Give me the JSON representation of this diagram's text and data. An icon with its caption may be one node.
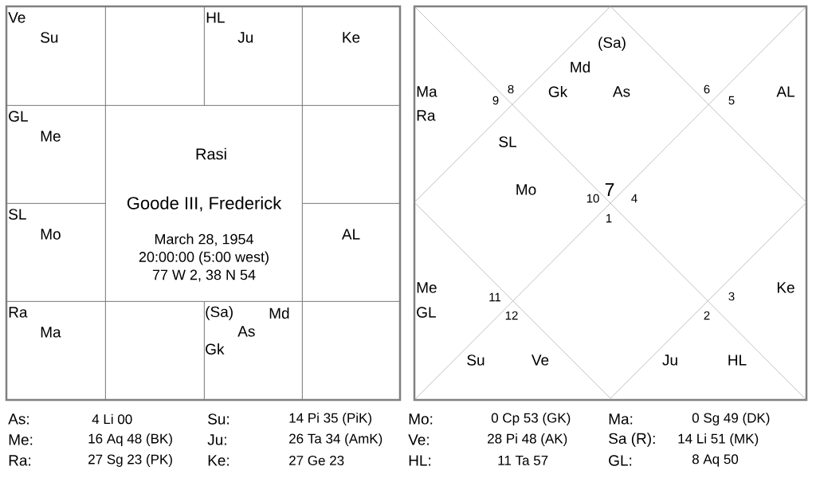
{
  "diagram": {
    "nodes": [
      {
        "text": [
          "Ve",
          "Su"
        ]
      },
      {
        "text": [],
        "shape": "box"
      },
      {
        "text": [
          "HL",
          "Ju"
        ]
      },
      {
        "text": [
          "Ke"
        ]
      },
      {
        "text": [
          "GL",
          "Me"
        ]
      },
      {
        "text": [
          "Rasi",
          "Goode III, Frederick",
          "March 28, 1954",
          "20:00:00 (5:00 west)",
          "77 W 2, 38 N 54"
        ]
      },
      {
        "text": [],
        "shape": "box"
      },
      {
        "text": [
          "SL",
          "Mo"
        ]
      },
      {
        "text": [
          "AL"
        ]
      },
      {
        "text": [
          "Ra",
          "Ma"
        ]
      },
      {
        "text": [],
        "shape": "box"
      },
      {
        "text": [
          "(Sa)",
          "Md",
          "As",
          "Gk"
        ]
      },
      {
        "text": [],
        "shape": "box"
      },
      {
        "text": [
          "8"
        ]
      },
      {
        "text": [
          "(Sa)",
          "Md",
          "Gk",
          "As",
          "7"
        ]
      },
      {
        "text": [
          "6"
        ]
      },
      {
        "text": [
          "9",
          "Ma",
          "Ra"
        ]
      },
      {
        "text": [
          "10",
          "SL",
          "Mo"
        ]
      },
      {
        "text": [
          "4"
        ]
      },
      {
        "text": [
          "5",
          "AL"
        ]
      },
      {
        "text": [
          "1"
        ]
      },
      {
        "text": [
          "11",
          "Me",
          "GL"
        ]
      },
      {
        "text": [
          "3",
          "Ke"
        ]
      },
      {
        "text": [
          "12",
          "Su",
          "Ve"
        ]
      },
      {
        "text": [
          "2",
          "Ju",
          "HL"
        ]
      }
    ],
    "edges": [],
    "labels": [
      "As:",
      "4 Li 00",
      "Su:",
      "14 Pi 35 (PiK)",
      "Mo:",
      "0 Cp 53 (GK)",
      "Ma:",
      "0 Sg 49 (DK)",
      "Me:",
      "16 Aq 48 (BK)",
      "Ju:",
      "26 Ta 34 (AmK)",
      "Ve:",
      "28 Pi 48 (AK)",
      "Sa (R):",
      "14 Li 51 (MK)",
      "Ra:",
      "27 Sg 23 (PK)",
      "Ke:",
      "27 Ge 23",
      "HL:",
      "11 Ta 57",
      "GL:",
      "8 Aq 50"
    ]
  }
}
